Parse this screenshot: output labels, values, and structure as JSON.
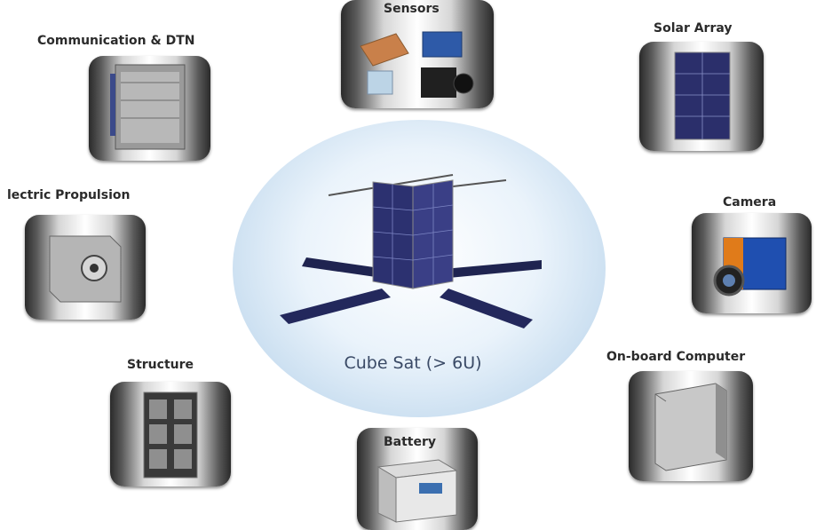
{
  "center": {
    "label": "Cube Sat (> 6U)",
    "icon": "cubesat-icon"
  },
  "components": [
    {
      "key": "communication",
      "label": "Communication & DTN",
      "icon": "communication-module-icon"
    },
    {
      "key": "sensors",
      "label": "Sensors",
      "icon": "sensors-icon"
    },
    {
      "key": "solar",
      "label": "Solar Array",
      "icon": "solar-array-icon"
    },
    {
      "key": "propulsion",
      "label": "lectric Propulsion",
      "icon": "thruster-icon"
    },
    {
      "key": "camera",
      "label": "Camera",
      "icon": "camera-icon"
    },
    {
      "key": "structure",
      "label": "Structure",
      "icon": "frame-icon"
    },
    {
      "key": "obc",
      "label": "On-board Computer",
      "icon": "computer-module-icon"
    },
    {
      "key": "battery",
      "label": "Battery",
      "icon": "battery-icon"
    }
  ],
  "colors": {
    "disc": "#c9def0",
    "solar_cell": "#2b2f6b",
    "label_text": "#2b2b2b",
    "center_text": "#3a4a66"
  }
}
